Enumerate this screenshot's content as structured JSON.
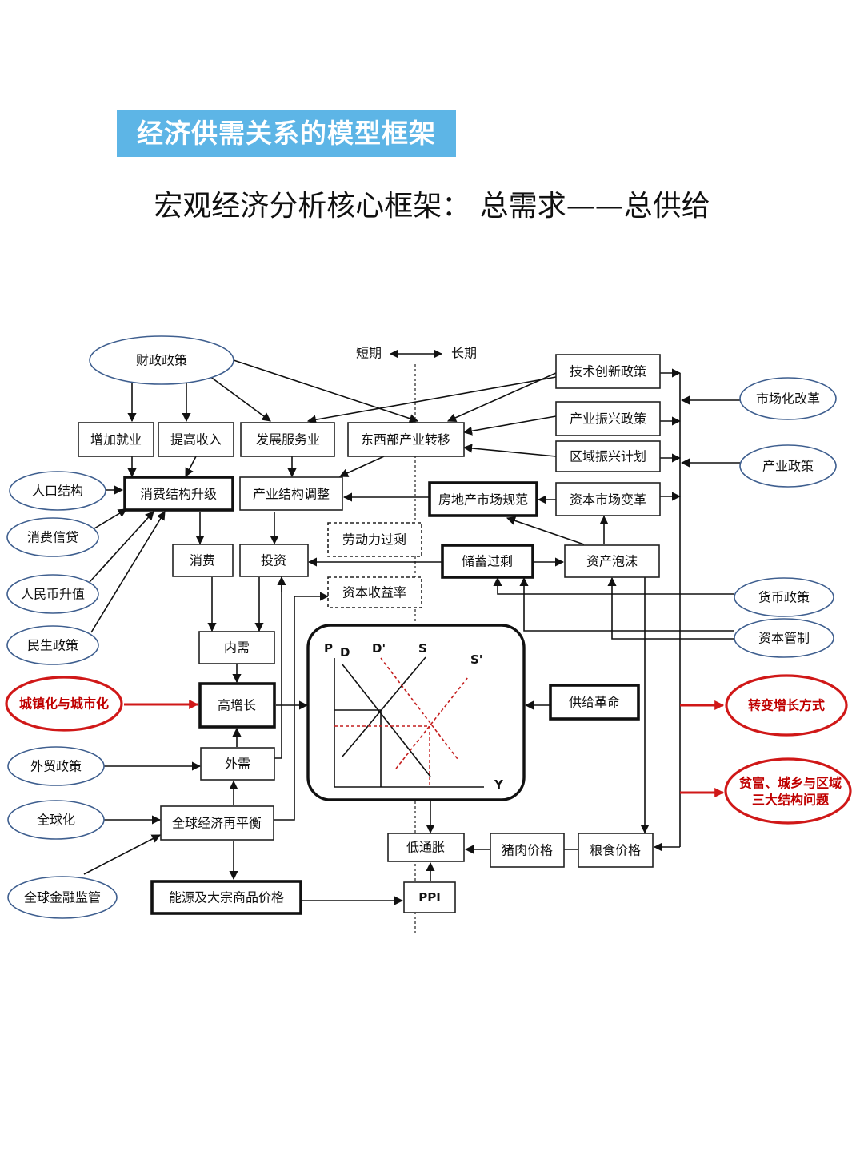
{
  "header": {
    "banner": "经济供需关系的模型框架",
    "subtitle": "宏观经济分析核心框架： 总需求——总供给"
  },
  "diagram": {
    "period": {
      "short": "短期",
      "long": "长期"
    },
    "nodes": {
      "caizheng": "财政政策",
      "zengjia": "增加就业",
      "tigao": "提高收入",
      "fazhan": "发展服务业",
      "dongxi": "东西部产业转移",
      "jishu": "技术创新政策",
      "chanyezx": "产业振兴政策",
      "quyu": "区域振兴计划",
      "shichang": "市场化改革",
      "chanyezc": "产业政策",
      "renkou": "人口结构",
      "xiaofeixd": "消费信贷",
      "rmb": "人民币升值",
      "minsheng": "民生政策",
      "xiaofeijg": "消费结构升级",
      "chanyejg": "产业结构调整",
      "fangdichan": "房地产市场规范",
      "ziben_sc": "资本市场变革",
      "laodongli": "劳动力过剩",
      "zibenshouyi": "资本收益率",
      "chuxu": "储蓄过剩",
      "zichan": "资产泡沫",
      "xiaofei": "消费",
      "touzi": "投资",
      "huobi": "货币政策",
      "zibenguanzhi": "资本管制",
      "neixu": "内需",
      "chengzhen": "城镇化与城市化",
      "gaozengzhang": "高增长",
      "gongji": "供给革命",
      "zhuanbian": "转变增长方式",
      "pinfu1": "贫富、城乡与区域",
      "pinfu2": "三大结构问题",
      "waimao": "外贸政策",
      "waixu": "外需",
      "quanqiuhua": "全球化",
      "quanqiujj": "全球经济再平衡",
      "ditongzhang": "低通胀",
      "zhurou": "猪肉价格",
      "liangshi": "粮食价格",
      "jinrong": "全球金融监管",
      "nengyuan": "能源及大宗商品价格",
      "ppi": "PPI"
    },
    "curve_labels": {
      "p": "P",
      "d": "D",
      "d2": "D'",
      "s": "S",
      "s2": "S'",
      "y": "Y"
    }
  },
  "colors": {
    "banner": "#5db5e6",
    "highlight": "#d01818",
    "ellipse": "#3f5f8f"
  }
}
